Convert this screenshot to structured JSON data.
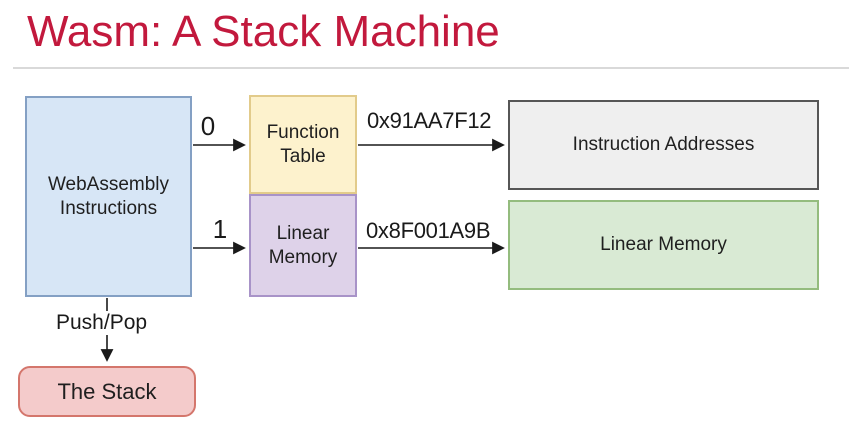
{
  "slide": {
    "title": "Wasm: A Stack Machine"
  },
  "diagram": {
    "nodes": {
      "webassembly_instructions": {
        "label": "WebAssembly Instructions",
        "fill": "#d7e6f6",
        "border": "#84a0c4"
      },
      "function_table": {
        "label": "Function Table",
        "fill": "#fdf2cd",
        "border": "#e2cb8b"
      },
      "linear_memory_pointer": {
        "label": "Linear Memory",
        "fill": "#ded2e9",
        "border": "#a893c8"
      },
      "instruction_addresses": {
        "label": "Instruction Addresses",
        "fill": "#efefef",
        "border": "#565656"
      },
      "linear_memory": {
        "label": "Linear Memory",
        "fill": "#d9ead4",
        "border": "#94bc7e"
      },
      "the_stack": {
        "label": "The Stack",
        "fill": "#f4cbcb",
        "border": "#d4766c"
      }
    },
    "edge_labels": {
      "index_0": "0",
      "index_1": "1",
      "function_table_address": "0x91AA7F12",
      "linear_memory_address": "0x8F001A9B",
      "push_pop": "Push/Pop"
    }
  },
  "colors": {
    "title": "#c2193d",
    "divider": "#d9d9d9",
    "text": "#1f1f1f",
    "arrow": "#1a1a1a",
    "background": "#ffffff"
  }
}
